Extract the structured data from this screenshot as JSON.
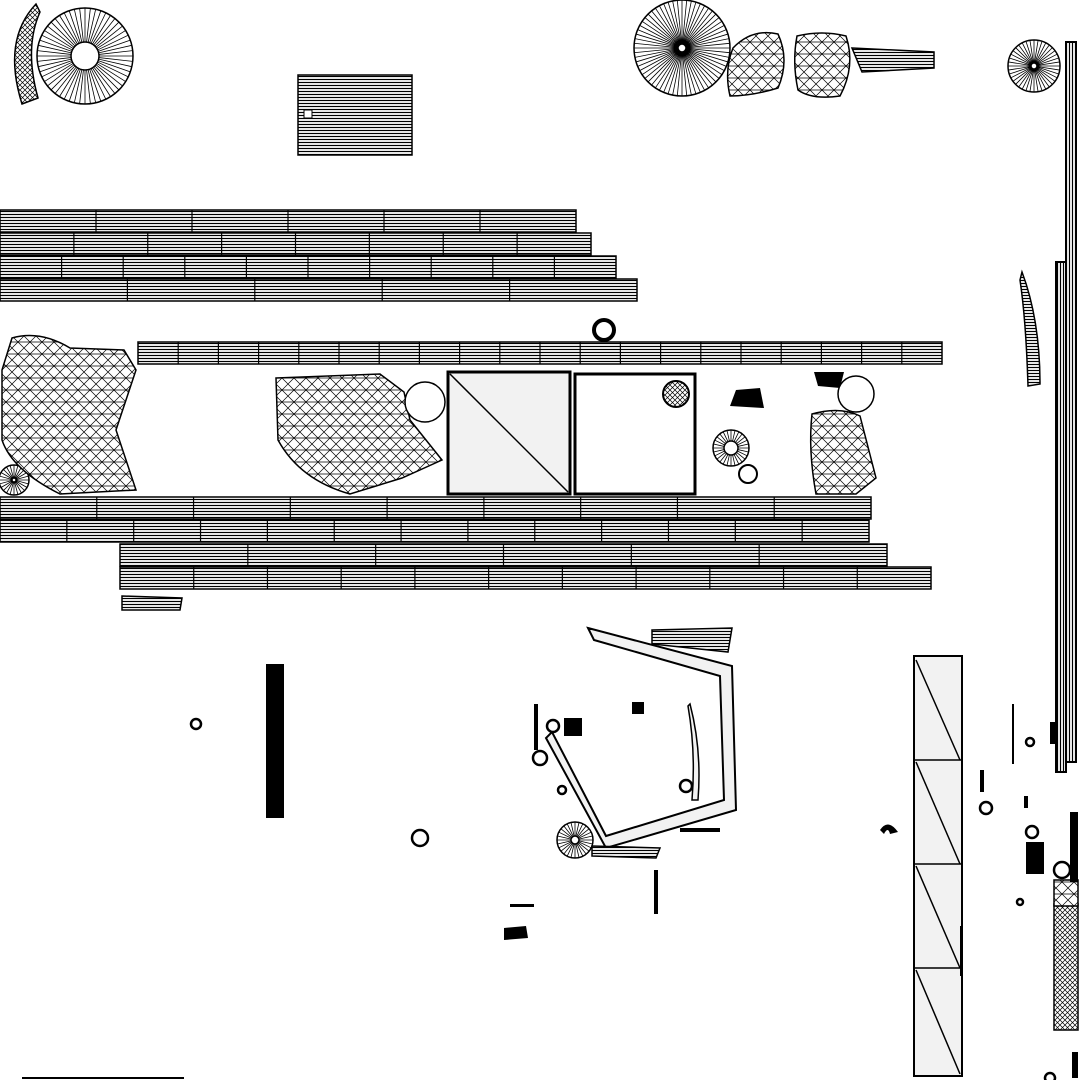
{
  "layout": {
    "background": "#ffffff",
    "stroke": "#000000",
    "fill_light": "#f2f2f2"
  },
  "uv_islands": {
    "wheels": 3,
    "strips": 12,
    "fans": 2,
    "quads": 2,
    "cups": 2,
    "vertical_strips": 4,
    "small_parts": 24
  }
}
